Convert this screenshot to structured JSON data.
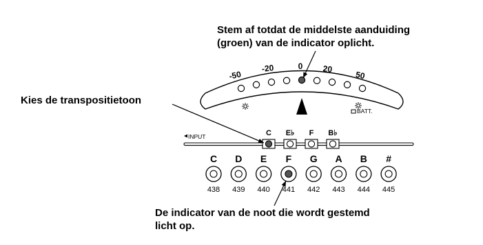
{
  "callouts": {
    "top": [
      "Stem af totdat de middelste aanduiding",
      "(groen) van de indicator oplicht."
    ],
    "left": "Kies de transpositietoon",
    "bottom": [
      "De indicator van de noot die wordt gestemd",
      "licht op."
    ]
  },
  "meter": {
    "scale_labels": [
      "-50",
      "-20",
      "0",
      "20",
      "50"
    ],
    "leds": 9,
    "active_led": 4,
    "batt_label": "BATT."
  },
  "transpose": {
    "input_label": "INPUT",
    "keys": [
      "C",
      "E♭",
      "F",
      "B♭"
    ],
    "active_key": 0
  },
  "notes": {
    "names": [
      "C",
      "D",
      "E",
      "F",
      "G",
      "A",
      "B",
      "#"
    ],
    "freqs": [
      "438",
      "439",
      "440",
      "441",
      "442",
      "443",
      "444",
      "445"
    ],
    "active_note": 3
  },
  "colors": {
    "lit": "#555555",
    "line": "#000000",
    "bg": "#ffffff"
  }
}
